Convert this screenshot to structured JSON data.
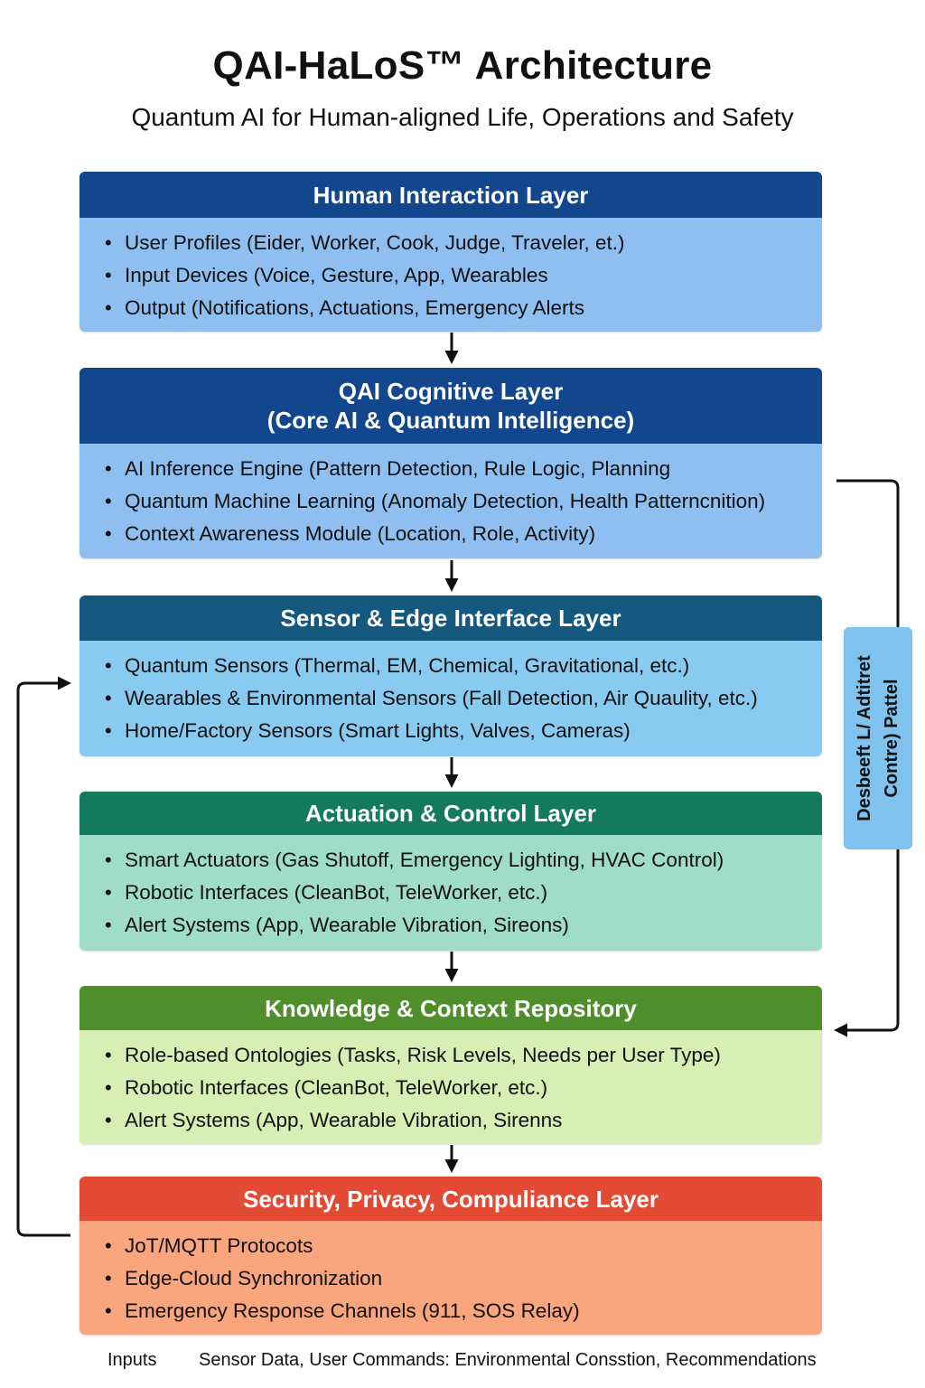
{
  "title": "QAI-HaLoS™ Architecture",
  "subtitle": "Quantum AI for Human-aligned Life, Operations and Safety",
  "layers": [
    {
      "title": "Human Interaction Layer",
      "subtitle": "",
      "header_color": "#12478d",
      "body_color": "#8fbff0",
      "items": [
        "User Profiles (Eider, Worker, Cook, Judge, Traveler, et.)",
        "Input Devices (Voice, Gesture, App, Wearables",
        "Output (Notifications, Actuations, Emergency Alerts"
      ]
    },
    {
      "title": "QAI Cognitive Layer",
      "subtitle": "(Core AI & Quantum Intelligence)",
      "header_color": "#12478d",
      "body_color": "#8fbff0",
      "items": [
        "AI Inference Engine (Pattern Detection, Rule Logic, Planning",
        "Quantum Machine Learning (Anomaly Detection, Health Patterncnition)",
        "Context Awareness Module (Location, Role, Activity)"
      ]
    },
    {
      "title": "Sensor & Edge Interface Layer",
      "subtitle": "",
      "header_color": "#14577f",
      "body_color": "#88caf0",
      "items": [
        "Quantum Sensors (Thermal, EM, Chemical, Gravitational, etc.)",
        "Wearables & Environmental Sensors (Fall Detection, Air Quaulity, etc.)",
        "Home/Factory Sensors (Smart Lights, Valves, Cameras)"
      ]
    },
    {
      "title": "Actuation & Control Layer",
      "subtitle": "",
      "header_color": "#137a5e",
      "body_color": "#9fdcc9",
      "items": [
        "Smart Actuators (Gas Shutoff, Emergency Lighting, HVAC Control)",
        "Robotic Interfaces (CleanBot, TeleWorker, etc.)",
        "Alert Systems (App, Wearable Vibration, Sireons)"
      ]
    },
    {
      "title": "Knowledge & Context Repository",
      "subtitle": "",
      "header_color": "#4e8f2c",
      "body_color": "#d6efb4",
      "items": [
        "Role-based Ontologies (Tasks, Risk Levels, Needs per User Type)",
        "Robotic Interfaces (CleanBot, TeleWorker, etc.)",
        "Alert Systems (App, Wearable Vibration, Sirenns"
      ]
    },
    {
      "title": "Security, Privacy, Compuliance Layer",
      "subtitle": "",
      "header_color": "#e24a34",
      "body_color": "#f9a57e",
      "items": [
        "JoT/MQTT Protocots",
        "Edge-Cloud Synchronization",
        "Emergency Response Channels (911, SOS Relay)"
      ]
    }
  ],
  "side_panel": {
    "line1": "Desbeeft L/ Adtitret",
    "line2": "Contre) Pattel",
    "color": "#7fc2ee"
  },
  "footer": {
    "label": "Inputs",
    "text": "Sensor Data, User Commands: Environmental Consstion, Recommendations"
  }
}
